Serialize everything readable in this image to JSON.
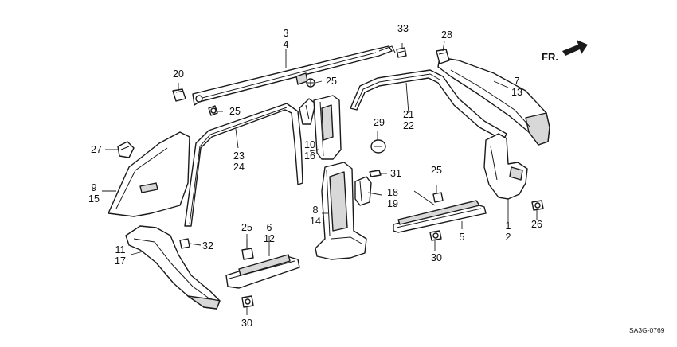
{
  "direction_label": "FR.",
  "diagram_code": "SA3G-0769",
  "callouts": {
    "c1": "1",
    "c2": "2",
    "c3": "3",
    "c4": "4",
    "c5": "5",
    "c6": "6",
    "c7": "7",
    "c8": "8",
    "c9": "9",
    "c10": "10",
    "c11": "11",
    "c12": "12",
    "c13": "13",
    "c14": "14",
    "c15": "15",
    "c16": "16",
    "c17": "17",
    "c18": "18",
    "c19": "19",
    "c20": "20",
    "c21": "21",
    "c22": "22",
    "c23": "23",
    "c24": "24",
    "c25": "25",
    "c26": "26",
    "c27": "27",
    "c28": "28",
    "c29": "29",
    "c30": "30",
    "c31": "31",
    "c32": "32",
    "c33": "33"
  }
}
